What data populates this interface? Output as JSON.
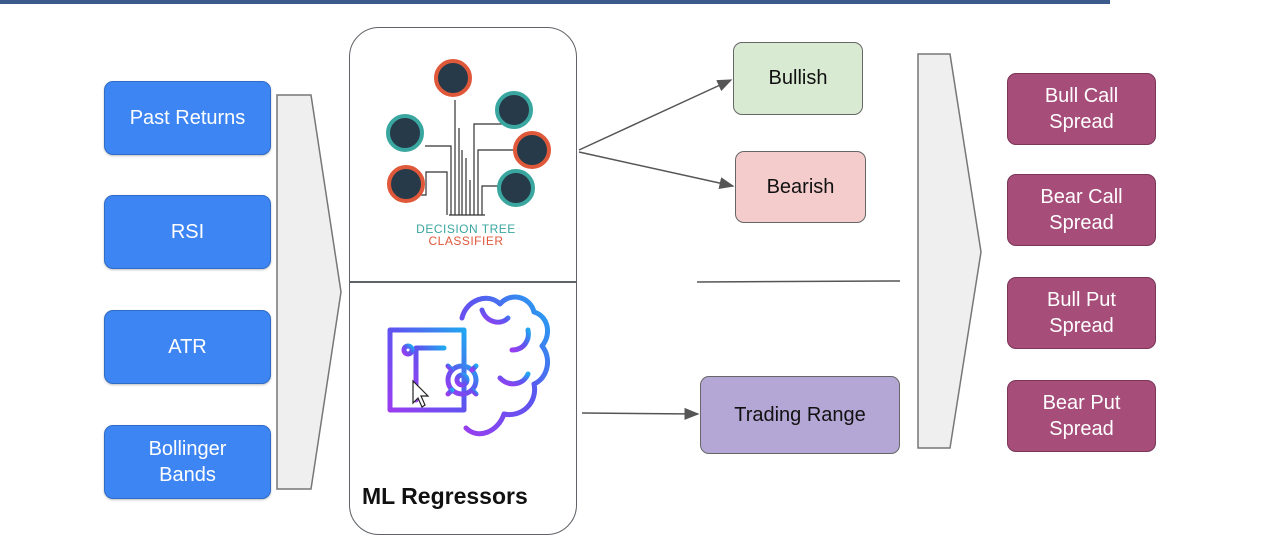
{
  "inputs": {
    "past_returns": "Past Returns",
    "rsi": "RSI",
    "atr": "ATR",
    "bollinger": "Bollinger\nBands"
  },
  "models": {
    "decision_tree_line1": "DECISION TREE",
    "decision_tree_line2": "CLASSIFIER",
    "ml_regressors": "ML Regressors"
  },
  "outcomes": {
    "bullish": "Bullish",
    "bearish": "Bearish",
    "trading_range": "Trading Range"
  },
  "strategies": {
    "bull_call": "Bull Call\nSpread",
    "bear_call": "Bear Call\nSpread",
    "bull_put": "Bull Put\nSpread",
    "bear_put": "Bear Put\nSpread"
  },
  "colors": {
    "input_fill": "#3d85f2",
    "bullish_fill": "#d9ead3",
    "bearish_fill": "#f4cccc",
    "range_fill": "#b4a7d6",
    "strategy_fill": "#a64d79",
    "tree_orange": "#e0583a",
    "tree_teal": "#3aa6a0",
    "brain_blue": "#3a6df0",
    "brain_purple": "#9a3df0"
  },
  "icons": [
    "decision-tree-icon",
    "ai-brain-chip-icon",
    "mouse-cursor-icon"
  ]
}
